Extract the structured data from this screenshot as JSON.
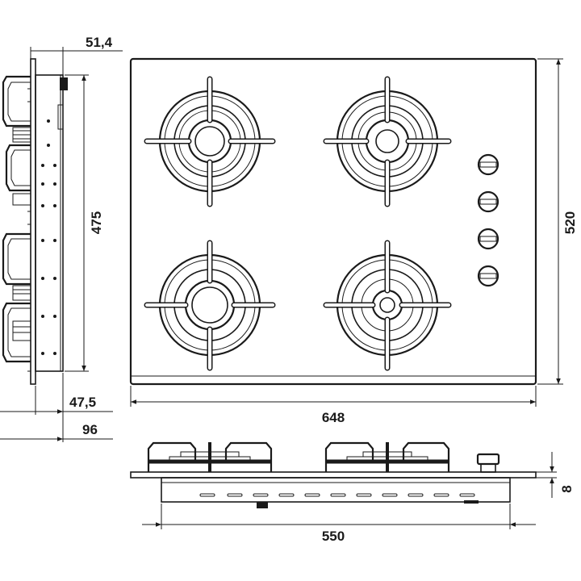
{
  "dimensions": {
    "side_depth": "51,4",
    "side_height": "475",
    "side_body": "47,5",
    "side_total": "96",
    "top_width": "648",
    "top_depth": "520",
    "front_thickness": "8",
    "front_cutout": "550"
  }
}
